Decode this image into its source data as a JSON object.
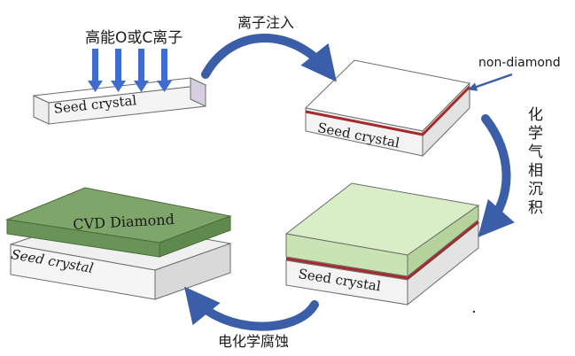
{
  "labels": {
    "top_text": "高能O或C离子",
    "step_ion": "离子注入",
    "non_diamond": "non-diamond",
    "step_cvd": "化学气相沉积",
    "step_etch": "电化学腐蚀",
    "seed_crystal": "Seed crystal",
    "cvd_diamond": "CVD Diamond"
  },
  "colors": {
    "arrow": "#3b5ea8",
    "ion_arrow": "#3f6ccf",
    "seed_top": "#ffffff",
    "seed_front": "#eeeeee",
    "seed_side": "#d5cfe0",
    "damage_layer": "#a52a2a",
    "cvd_light_top": "#d9eec7",
    "cvd_light_side": "#c2dca9",
    "cvd_dark_top": "#7ea56a",
    "cvd_dark_side": "#5f8a4d",
    "grey_block": "#d9d9d9"
  }
}
